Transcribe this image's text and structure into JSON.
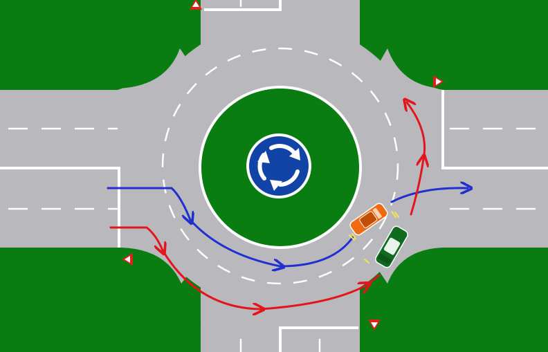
{
  "colors": {
    "grass": "#0a7d12",
    "road": "#b9b9bd",
    "marking": "#ffffff",
    "sign_blue": "#1244a8",
    "route_blue": "#1f2fd0",
    "route_red": "#e3141b",
    "car_orange": "#f06a12",
    "car_green": "#0f6b1f",
    "yield_red": "#e0201a",
    "crash_mark": "#f2e94e"
  },
  "icons": {
    "centre_sign": "roundabout-circulation-sign-icon",
    "yield": "give-way-triangle-icon"
  },
  "routes": [
    {
      "color_key": "route_blue",
      "path": "lane-left-upper-to-right"
    },
    {
      "color_key": "route_red",
      "path": "lane-left-lower-to-right-upper"
    }
  ],
  "vehicles": [
    {
      "color_key": "car_orange"
    },
    {
      "color_key": "car_green"
    }
  ]
}
